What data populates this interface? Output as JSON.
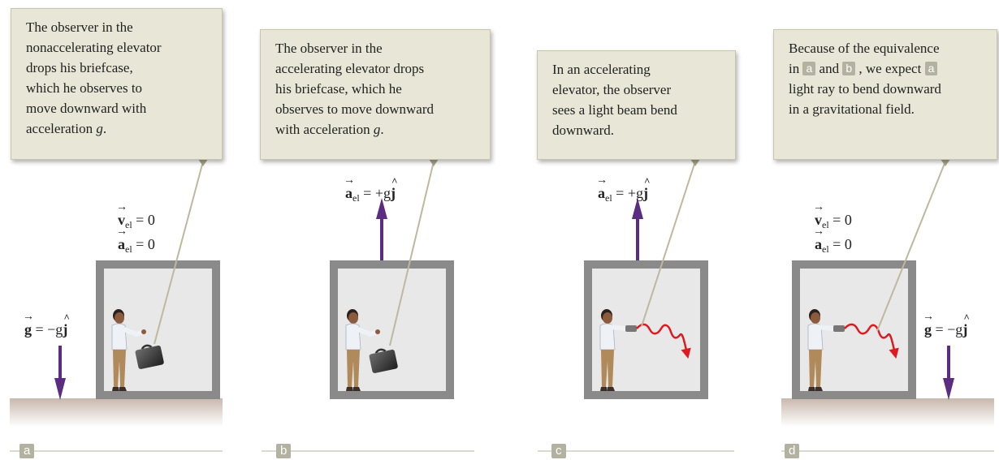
{
  "panels": [
    {
      "label": "a",
      "callout_lines": [
        "The observer in the",
        "nonaccelerating elevator",
        "drops his briefcase,",
        "which he observes to",
        "move downward with",
        "acceleration g."
      ]
    },
    {
      "label": "b",
      "callout_lines": [
        "The observer in the",
        "accelerating elevator drops",
        "his briefcase, which he",
        "observes to move downward",
        "with acceleration g."
      ]
    },
    {
      "label": "c",
      "callout_lines": [
        "In an accelerating",
        "elevator, the observer",
        "sees a light beam bend",
        "downward."
      ]
    },
    {
      "label": "d",
      "callout_lines": [
        "Because of the equivalence",
        "in a and b , we expect a",
        "light ray to bend downward",
        "in a gravitational field."
      ]
    }
  ],
  "equations": {
    "v_el": "= 0",
    "a_el_zero": "= 0",
    "a_el_plus": "= +g",
    "g_minus": "= −g",
    "a_symbol": "a",
    "v_symbol": "v",
    "g_symbol": "g",
    "j_symbol": "j",
    "el_sub": "el"
  },
  "colors": {
    "callout_bg": "#e8e6d6",
    "label_bg": "#b3b1a0",
    "arrow": "#5b2d82",
    "light_ray": "#e0181f",
    "elevator_frame": "#8a8a8a",
    "elevator_inside": "#e8e8e8",
    "ground": "#c9b8ad"
  }
}
